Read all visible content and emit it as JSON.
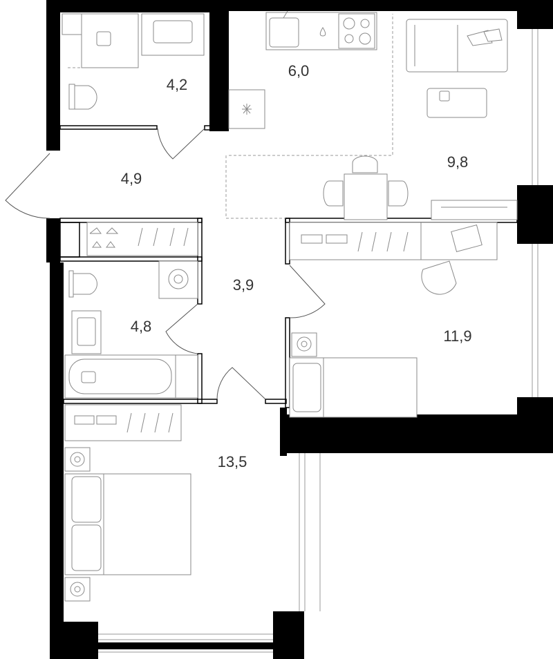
{
  "rooms": [
    {
      "id": "bathroom-top",
      "area": "4,2"
    },
    {
      "id": "kitchen",
      "area": "6,0"
    },
    {
      "id": "living",
      "area": "9,8"
    },
    {
      "id": "hallway",
      "area": "4,9"
    },
    {
      "id": "corridor",
      "area": "3,9"
    },
    {
      "id": "bathroom-bottom",
      "area": "4,8"
    },
    {
      "id": "bedroom-right",
      "area": "11,9"
    },
    {
      "id": "bedroom-bottom",
      "area": "13,5"
    }
  ]
}
